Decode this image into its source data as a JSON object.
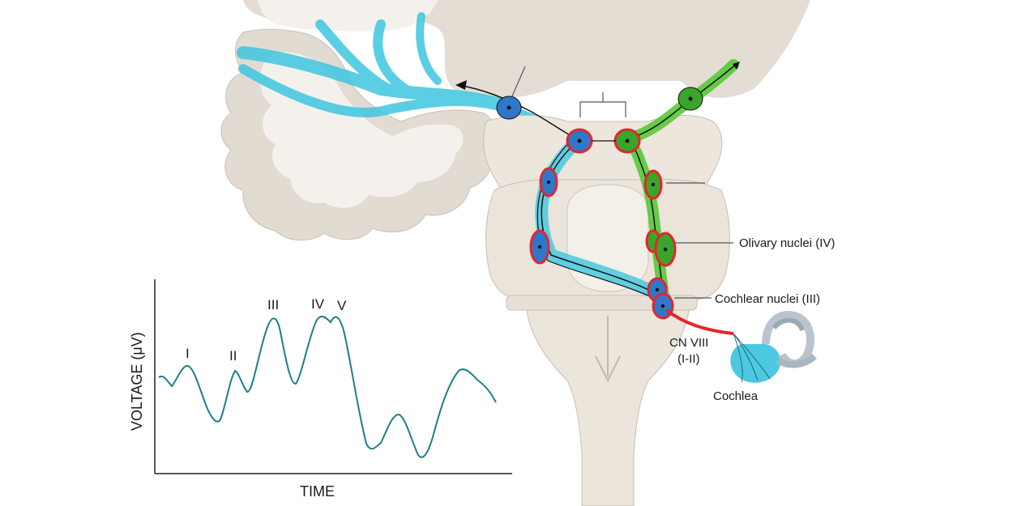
{
  "labels": {
    "olivary": "Olivary nuclei (IV)",
    "cochlear_nuclei": "Cochlear nuclei (III)",
    "cn_viii": "CN VIII",
    "cn_viii_waves": "(I-II)",
    "cochlea": "Cochlea"
  },
  "waveform": {
    "xlabel": "TIME",
    "ylabel": "VOLTAGE (μV)",
    "peaks": [
      "I",
      "II",
      "III",
      "IV",
      "V"
    ]
  },
  "colors": {
    "left_pathway": "#3ec6e0",
    "right_pathway": "#4fc72e",
    "nucleus_blue": "#2f77c9",
    "nucleus_green": "#3aa52a",
    "nucleus_ring": "#e3262c",
    "auditory_nerve": "#e3262c",
    "cochlea": "#39c3de",
    "brain_tissue": "#e2dbd2",
    "white_matter": "#f4f1ed",
    "waveform": "#1d7f86"
  },
  "icons": {
    "arrow": "arrow-head-icon"
  }
}
